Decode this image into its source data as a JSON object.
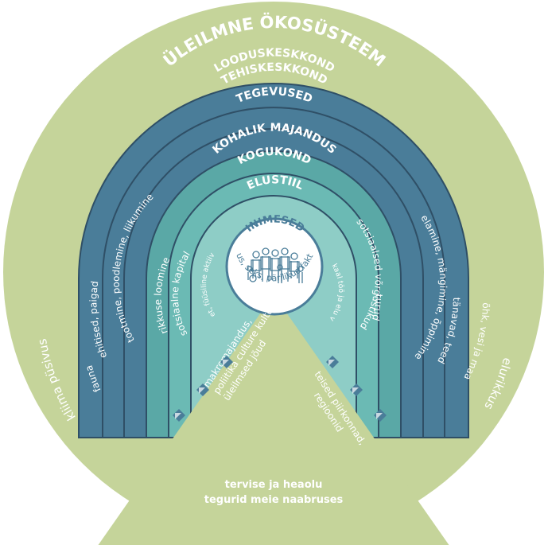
{
  "outer_title": "ÜLEILMNE ÖKOSÜSTEEM",
  "rings": [
    {
      "label": "LOODUSKESKKOND",
      "color": "#4a7d99"
    },
    {
      "label": "TEHISKESKKOND",
      "color": "#4a7d99"
    },
    {
      "label": "TEGEVUSED",
      "color": "#4a7d99"
    },
    {
      "label": "KOHALIK MAJANDUS",
      "color": "#5aa8a6"
    },
    {
      "label": "KOGUKOND",
      "color": "#6bbab4"
    },
    {
      "label": "ELUSTIIL",
      "color": "#8ecdc6"
    }
  ],
  "left_ring_labels": [
    "fauna",
    "ehitised, paigad",
    "tootmine, poodlemine, liikumine",
    "rikkuse loomine",
    "sotsiaalne kapital",
    "dieet, füüsiline aktiivsus"
  ],
  "right_ring_labels": [
    "õhk, vesi ja maa",
    "tänavad, teed",
    "elamine, mängimine, õppimine",
    "turud",
    "sotsiaalsed võrgustikud",
    "tasakaal töö ja elu vahel"
  ],
  "center": {
    "title": "INIMESED",
    "subtitle": "vanus, seks, pärilikud faktorid"
  },
  "outside_left": "kliima püsivus",
  "outside_right": "elurikkus",
  "wedge_left": [
    "makromajandus,",
    "poliitika culture kultuur,",
    "üleilmsed jõud"
  ],
  "wedge_right": [
    "teised piirkonnad,",
    "regioonid"
  ],
  "bottom_caption": [
    "tervise ja heaolu",
    "tegurid meie naabruses"
  ],
  "colors": {
    "outer_circle": "#c5d49a",
    "center_circle": "#ffffff",
    "center_text": "#4a7d99",
    "diamond": "#4a7d99"
  }
}
